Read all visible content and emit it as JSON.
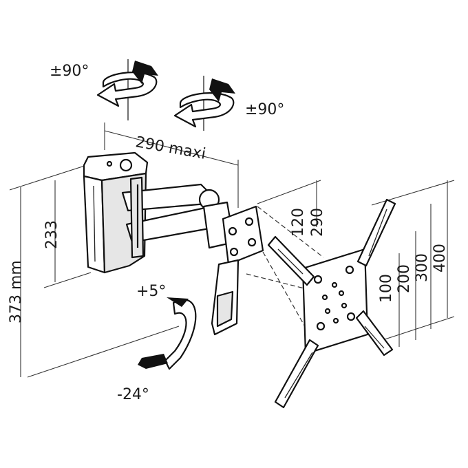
{
  "labels": {
    "swivel_left": "±90°",
    "swivel_right": "±90°",
    "max_extension": "290 maxi",
    "total_height": "373 mm",
    "bracket_height": "233",
    "tilt_up": "+5°",
    "tilt_down": "-24°",
    "vesa_120": "120",
    "vesa_290": "290",
    "vesa_100": "100",
    "vesa_200": "200",
    "vesa_300": "300",
    "vesa_400": "400"
  }
}
